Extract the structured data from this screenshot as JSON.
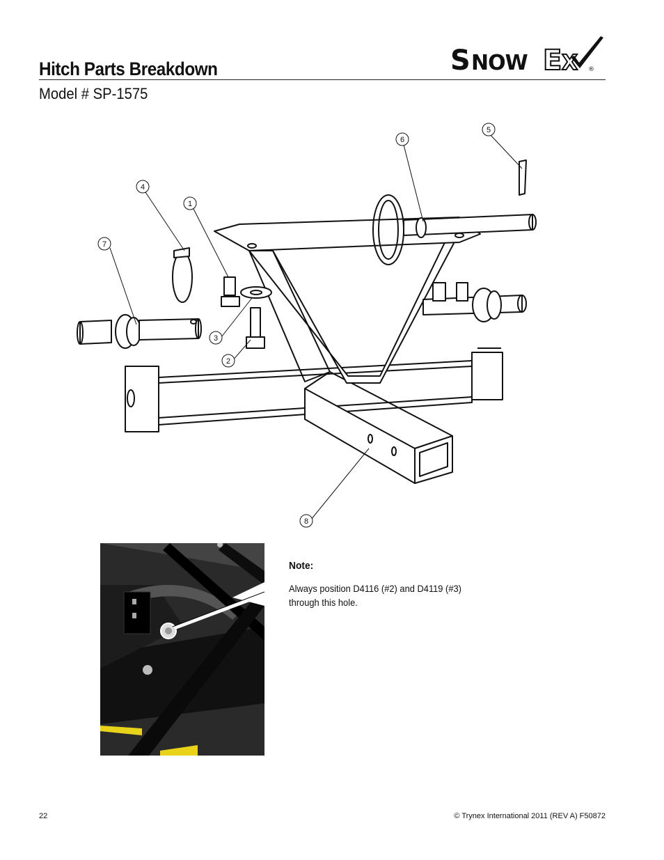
{
  "header": {
    "title": "Hitch Parts Breakdown",
    "subtitle": "Model # SP-1575"
  },
  "logo": {
    "text": "SNOWEX",
    "registered": "®"
  },
  "diagram": {
    "callouts": [
      "1",
      "2",
      "3",
      "4",
      "5",
      "6",
      "7",
      "8"
    ]
  },
  "note": {
    "heading": "Note:",
    "body": "Always position D4116 (#2) and D4119 (#3) through this hole."
  },
  "footer": {
    "page_number": "22",
    "copyright": "© Trynex International 2011  (REV A) F50872"
  },
  "colors": {
    "text": "#111111",
    "photo_dark": "#1a1a1a",
    "photo_yellow": "#e8d21a"
  }
}
